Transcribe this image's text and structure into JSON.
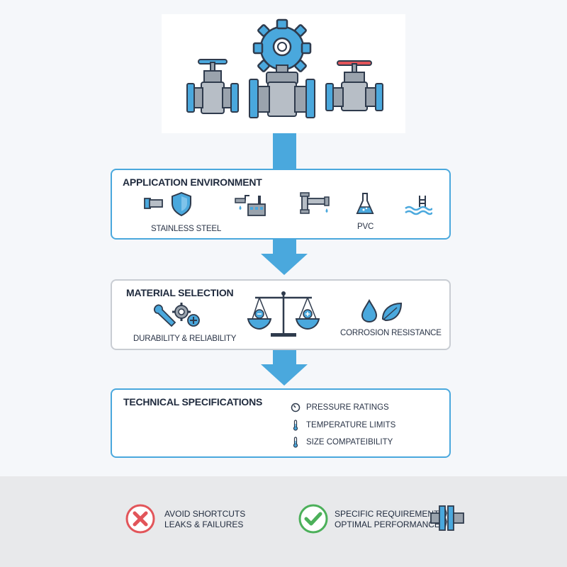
{
  "header": {
    "valves": [
      {
        "name": "left-valve",
        "handle_color": "#4aa8dd"
      },
      {
        "name": "center-valve",
        "handle_color": "#4aa8dd"
      },
      {
        "name": "right-valve",
        "handle_color": "#e2555a"
      }
    ]
  },
  "sections": {
    "application": {
      "title": "Application Environment",
      "labels": {
        "stainless": "Stainless Steel",
        "pvc": "PVC"
      },
      "icons": [
        "pipe-icon",
        "shield-icon",
        "industrial-plant-icon",
        "pipe-fitting-icon",
        "flask-icon",
        "pool-icon"
      ]
    },
    "material": {
      "title": "Material Selection",
      "labels": {
        "durability": "Durability & Reliability",
        "corrosion": "Corrosion Resistance"
      },
      "icons": [
        "wrench-gear-icon",
        "balance-scale-icon",
        "water-drop-icon",
        "leaf-icon"
      ]
    },
    "technical": {
      "title": "Technical Specifications",
      "specs": [
        {
          "icon": "gauge-icon",
          "label": "Pressure Ratings"
        },
        {
          "icon": "thermometer-icon",
          "label": "Temperature Limits"
        },
        {
          "icon": "thermometer-icon",
          "label": "Size Compateibility"
        }
      ]
    }
  },
  "footer": {
    "bad": {
      "line1": "Avoid Shortcuts",
      "line2": "Leaks & Failures",
      "icon": "x-circle-icon",
      "color": "#e2555a"
    },
    "good": {
      "line1": "Specific Requirements",
      "line2": "Optimal Performance",
      "icon": "check-circle-icon",
      "color": "#4cb05a"
    }
  },
  "colors": {
    "accent": "#4aa8dd",
    "steel": "#9aa3ad",
    "dark": "#2f3b4d",
    "red": "#e2555a",
    "green": "#4cb05a"
  }
}
